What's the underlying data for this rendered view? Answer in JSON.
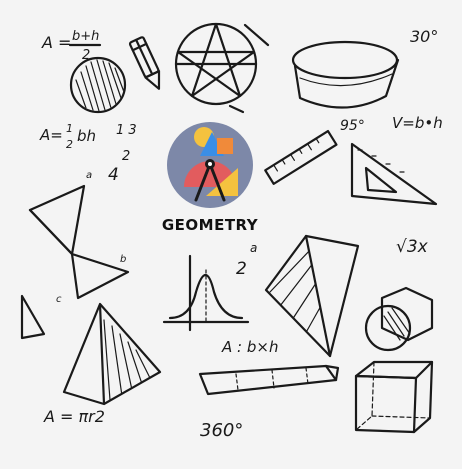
{
  "logo": {
    "title": "GEOMETRY",
    "badge_color": "#7d88a8",
    "shape_colors": {
      "circle": "#f4c23f",
      "triangle": "#3a8ee6",
      "square": "#f08a3a",
      "protractor": "#e85a5a",
      "ruler": "#f4c23f"
    }
  },
  "formulas": {
    "f1_left": "A = ",
    "f1_num": "b+h",
    "f1_den": "2",
    "f2": "A=",
    "f2_frac_num": "1",
    "f2_frac_den": "2",
    "f2_rest": "bh",
    "f2_nums": "1  3",
    "f3": "4",
    "f3_exp": "2",
    "angle_30": "30°",
    "angle_95": "95°",
    "volume": "V=b•h",
    "root": "√3x",
    "power_base": "2",
    "power_exp": "a",
    "area_bxh": "A : b×h",
    "area_circle": "A = πr2",
    "angle_360": "360°",
    "tri_a": "a",
    "tri_b": "b",
    "tri_c": "c"
  }
}
